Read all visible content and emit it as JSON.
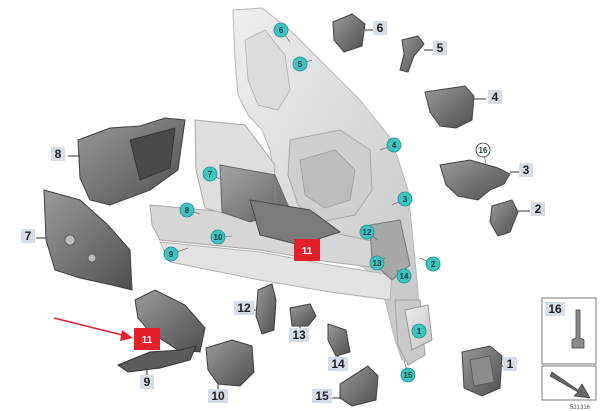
{
  "diagram": {
    "callouts": [
      {
        "num": "1",
        "style": "box"
      },
      {
        "num": "2",
        "style": "box"
      },
      {
        "num": "3",
        "style": "box"
      },
      {
        "num": "4",
        "style": "box"
      },
      {
        "num": "5",
        "style": "box"
      },
      {
        "num": "6",
        "style": "box"
      },
      {
        "num": "7",
        "style": "box"
      },
      {
        "num": "8",
        "style": "box"
      },
      {
        "num": "9",
        "style": "box"
      },
      {
        "num": "10",
        "style": "box"
      },
      {
        "num": "11",
        "style": "red"
      },
      {
        "num": "11",
        "style": "red"
      },
      {
        "num": "12",
        "style": "box"
      },
      {
        "num": "13",
        "style": "box"
      },
      {
        "num": "14",
        "style": "box"
      },
      {
        "num": "15",
        "style": "box"
      },
      {
        "num": "16",
        "style": "box"
      }
    ],
    "markers": [
      "6",
      "5",
      "4",
      "3",
      "7",
      "8",
      "10",
      "9",
      "12",
      "13",
      "14",
      "2",
      "1",
      "15",
      "16"
    ],
    "legend": {
      "num": "16"
    },
    "ref_code": "531316"
  },
  "colors": {
    "teal": "#3fc2c2",
    "red": "#e4202a",
    "arrow_red": "#e4202a",
    "label_bg": "#d4dde8",
    "part_dark": "#6e6e6e",
    "part_light": "#d9d9d9"
  }
}
